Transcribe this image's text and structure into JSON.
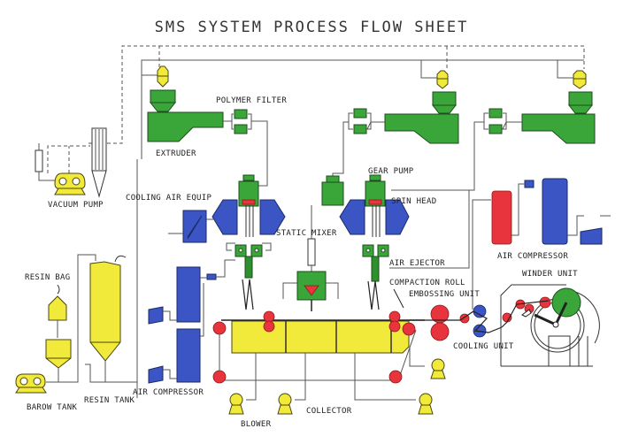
{
  "title": "SMS SYSTEM PROCESS FLOW SHEET",
  "labels": {
    "polymer_filter": "POLYMER FILTER",
    "extruder": "EXTRUDER",
    "vacuum_pump": "VACUUM PUMP",
    "cooling_air_equip": "COOLING AIR EQUIP",
    "gear_pump": "GEAR PUMP",
    "spin_head": "SPIN HEAD",
    "static_mixer": "STATIC MIXER",
    "air_ejector": "AIR EJECTOR",
    "air_compressor_right": "AIR COMPRESSOR",
    "winder_unit": "WINDER UNIT",
    "compaction_roll": "COMPACTION ROLL",
    "embossing_unit": "EMBOSSING UNIT",
    "cooling_unit": "COOLING UNIT",
    "resin_bag": "RESIN BAG",
    "resin_tank": "RESIN TANK",
    "barow_tank": "BAROW TANK",
    "air_compressor_left": "AIR COMPRESSOR",
    "blower": "BLOWER",
    "collector": "COLLECTOR"
  },
  "colors": {
    "spunbond_equipment": "#3aa63a",
    "meltblown_air": "#3b55c4",
    "resin_handling": "#f2ea3a",
    "rolls": "#e8343c",
    "cooling_rolls": "#3b55c4",
    "heater": "#e8343c"
  }
}
